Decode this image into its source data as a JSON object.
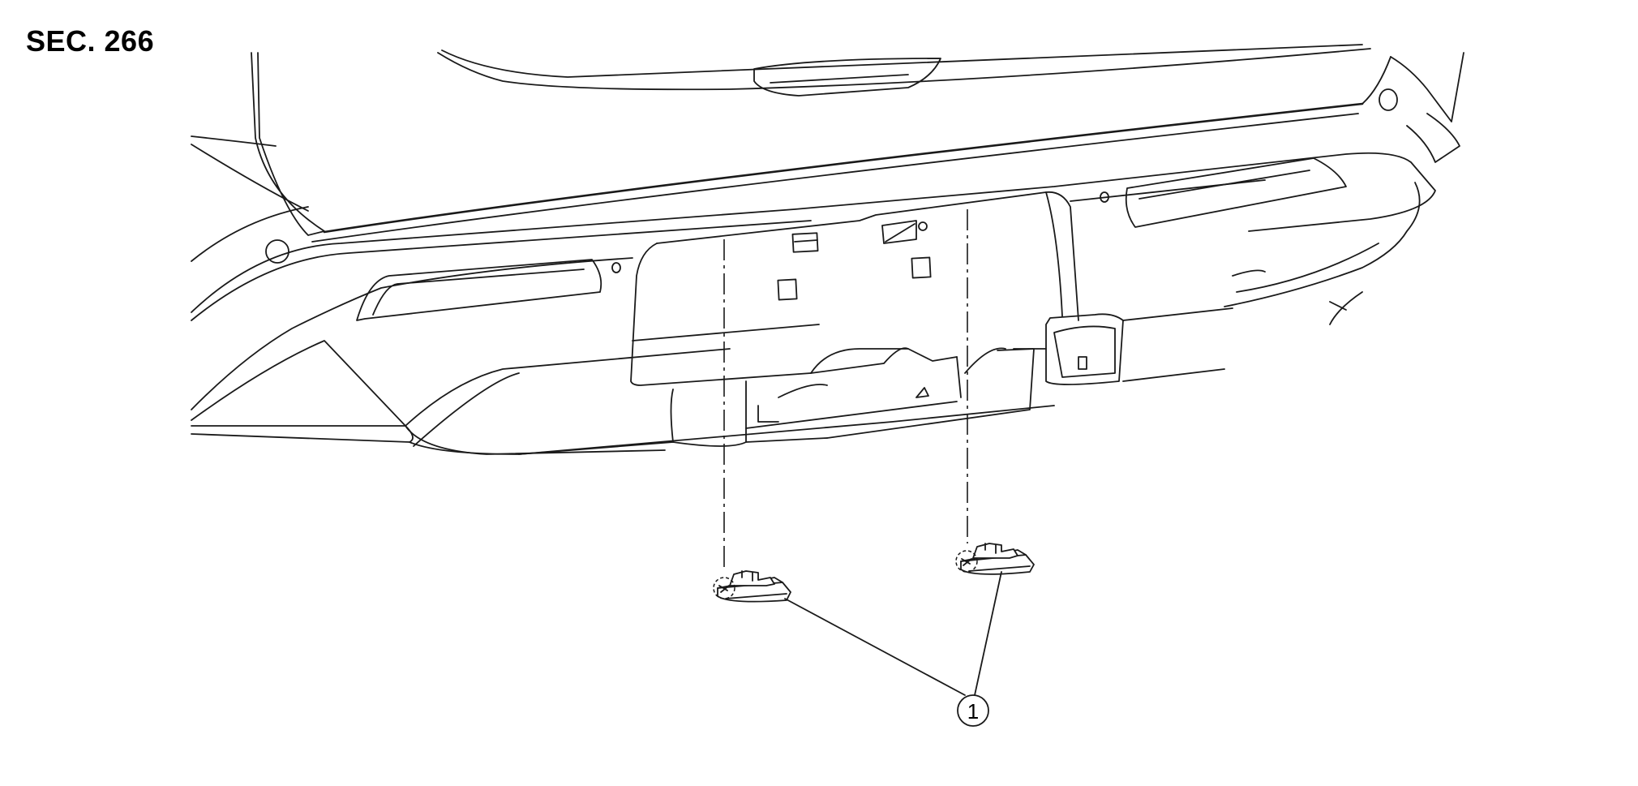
{
  "section_label": "SEC. 266",
  "callouts": [
    {
      "number": "1"
    }
  ],
  "icons": {
    "bumper": "rear-bumper-drawing",
    "lamp": "license-plate-lamp-drawing",
    "clip": "clip-dashed-circle"
  }
}
